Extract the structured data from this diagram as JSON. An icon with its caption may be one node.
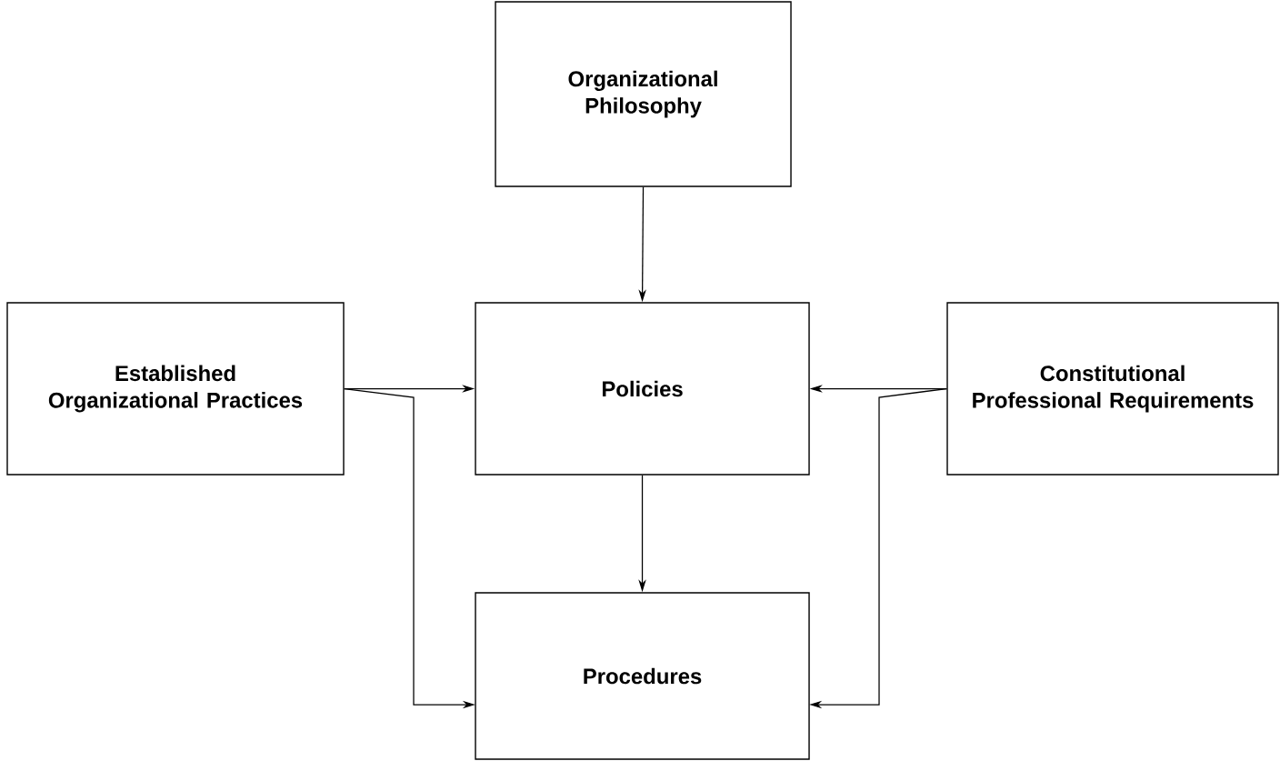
{
  "diagram": {
    "nodes": [
      {
        "text": [
          "Organizational Philosophy"
        ]
      },
      {
        "text": [
          "Established Organizational Practices"
        ]
      },
      {
        "text": [
          "Policies"
        ]
      },
      {
        "text": [
          "Constitutional Professional Requirements"
        ]
      },
      {
        "text": [
          "Procedures"
        ]
      }
    ],
    "edges": [
      {
        "from": 0,
        "to": 2,
        "arrow": "to"
      },
      {
        "from": 1,
        "to": 2,
        "arrow": "to"
      },
      {
        "from": 1,
        "to": 4,
        "arrow": "to"
      },
      {
        "from": 3,
        "to": 2,
        "arrow": "to"
      },
      {
        "from": 3,
        "to": 4,
        "arrow": "to"
      },
      {
        "from": 2,
        "to": 4,
        "arrow": "to"
      }
    ]
  }
}
